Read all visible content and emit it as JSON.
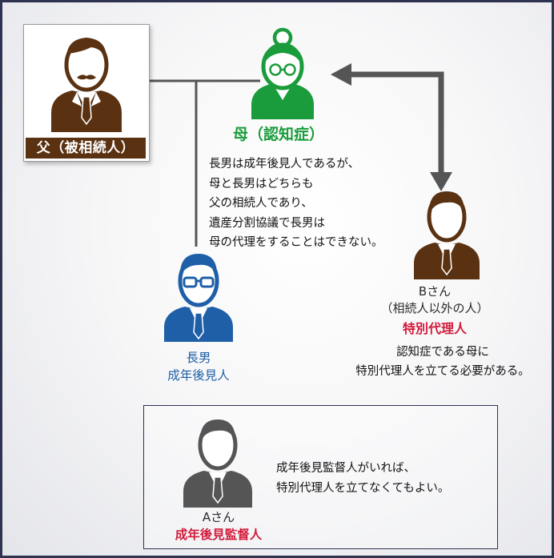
{
  "father": {
    "label": "父（被相続人）",
    "color": "#5a3212"
  },
  "mother": {
    "label": "母（認知症）",
    "color": "#1b9c3c"
  },
  "note_main": {
    "lines": [
      "長男は成年後見人であるが、",
      "母と長男はどちらも",
      "父の相続人であり、",
      "遺産分割協議で長男は",
      "母の代理をすることはできない。"
    ]
  },
  "eldest_son": {
    "name": "長男",
    "role": "成年後見人",
    "color": "#1e5fa8"
  },
  "person_b": {
    "name": "Bさん",
    "parenthetical": "（相続人以外の人）",
    "role": "特別代理人",
    "role_color": "#d21a3a"
  },
  "note_b": {
    "lines": [
      "認知症である母に",
      "特別代理人を立てる必要がある。"
    ]
  },
  "person_a": {
    "name": "Aさん",
    "role": "成年後見監督人",
    "role_color": "#d21a3a"
  },
  "note_a": {
    "lines": [
      "成年後見監督人がいれば、",
      "特別代理人を立てなくてもよい。"
    ]
  }
}
